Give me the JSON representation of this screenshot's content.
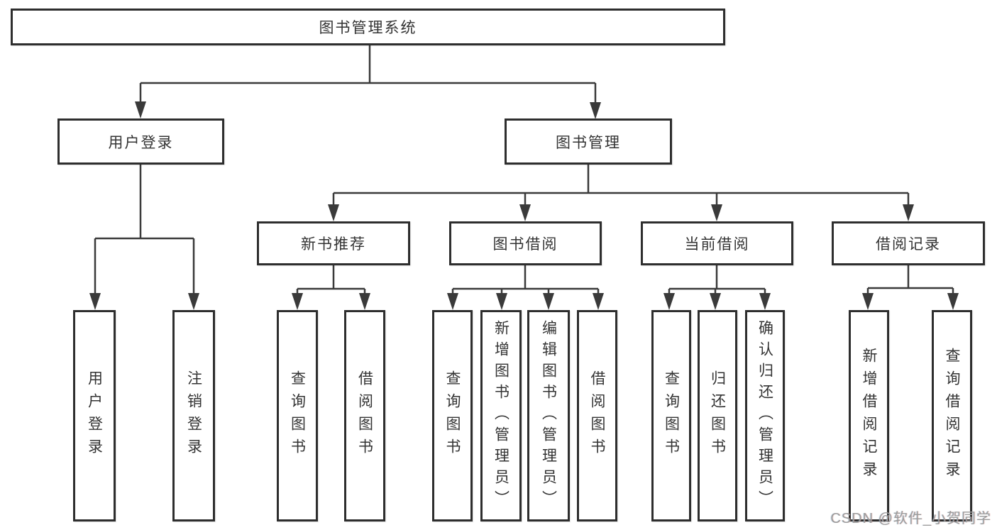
{
  "tree": {
    "root": "图书管理系统",
    "level2": [
      {
        "label": "用户登录",
        "children": [
          "用户登录",
          "注销登录"
        ]
      },
      {
        "label": "图书管理"
      }
    ],
    "level3": [
      {
        "label": "新书推荐",
        "children": [
          "查询图书",
          "借阅图书"
        ]
      },
      {
        "label": "图书借阅",
        "children": [
          "查询图书",
          "新增图书（管理员）",
          "编辑图书（管理员）",
          "借阅图书"
        ]
      },
      {
        "label": "当前借阅",
        "children": [
          "查询图书",
          "归还图书",
          "确认归还（管理员）"
        ]
      },
      {
        "label": "借阅记录",
        "children": [
          "新增借阅记录",
          "查询借阅记录"
        ]
      }
    ]
  },
  "watermark": {
    "text": "CSDN @软件_小贺同学"
  },
  "colors": {
    "line": "#3a3a3a",
    "border": "#2e2e2e",
    "text": "#333333",
    "watermark": "#9c9c9c"
  }
}
